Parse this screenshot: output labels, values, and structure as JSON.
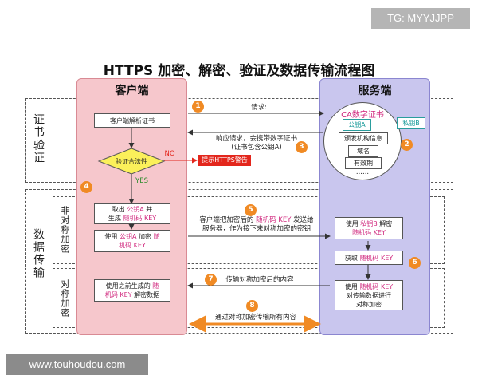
{
  "watermark_top": "TG: MYYJJPP",
  "watermark_bottom": "www.touhoudou.com",
  "title": "HTTPS 加密、解密、验证及数据传输流程图",
  "client": {
    "title": "客户端"
  },
  "server": {
    "title": "服务端"
  },
  "sections": {
    "cert_verify": "证书验证",
    "data_transfer": "数据传输",
    "asym": "非对称加密",
    "sym": "对称加密"
  },
  "client_steps": {
    "parse_cert": "客户端解析证书",
    "validate": "验证合法性",
    "no_label": "NO",
    "yes_label": "YES",
    "warn": "提示HTTPS警告",
    "take_pubkey": [
      "取出 ",
      "公钥A",
      " 并"
    ],
    "gen_random": [
      "生成 ",
      "随机码 KEY",
      ""
    ],
    "encrypt_with": [
      "使用 ",
      "公钥A",
      " 加密 ",
      "随机码 KEY",
      ""
    ],
    "decrypt_prev": [
      "使用之前生成的 ",
      "随",
      "机码 KEY",
      " 解密数据"
    ]
  },
  "server_steps": {
    "ca_title": "CA数字证书",
    "pubkey_a": "公钥A",
    "privkey_b": "私钥B",
    "ca_items": [
      "颁发机构信息",
      "域名",
      "有效期",
      "......"
    ],
    "decrypt_b": [
      "使用 ",
      "私钥B",
      " 解密",
      "随机码 KEY"
    ],
    "get_key": [
      "获取 ",
      "随机码 KEY"
    ],
    "use_key": [
      "使用 ",
      "随机码 KEY",
      "对传输数据进行",
      "对称加密"
    ]
  },
  "messages": {
    "m1": "请求:",
    "m3_line1": "响应请求，会携带数字证书",
    "m3_line2": "(证书包含公钥A)",
    "m5_line1_a": "客户端把加密后的 ",
    "m5_line1_b": "随机码 KEY",
    "m5_line1_c": " 发送给",
    "m5_line2": "服务器，作为接下来对称加密的密钥",
    "m7": "传输对称加密后的内容",
    "m8": "通过对称加密传输所有内容"
  },
  "badges": [
    "1",
    "2",
    "3",
    "4",
    "5",
    "6",
    "7",
    "8"
  ],
  "colors": {
    "client_bg": "#f6c7cc",
    "server_bg": "#c9c6ee",
    "badge": "#f08a24",
    "highlight": "#d0277d",
    "warn": "#e3261c",
    "teal": "#1a9b9b",
    "diamond": "#fbf05a"
  }
}
